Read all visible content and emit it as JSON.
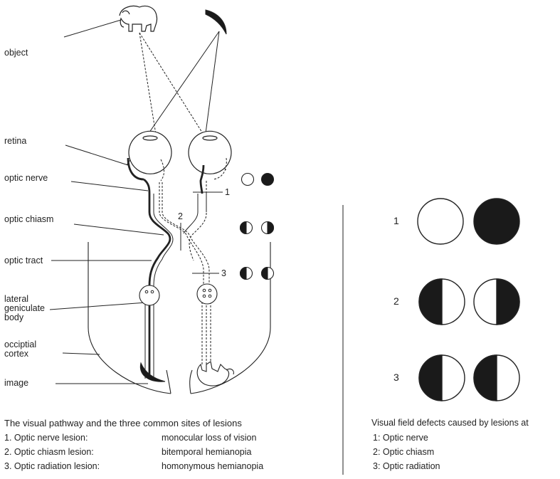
{
  "labels": {
    "object": "object",
    "retina": "retina",
    "optic_nerve": "optic nerve",
    "optic_chiasm": "optic chiasm",
    "optic_tract": "optic tract",
    "lgb": "lateral\ngeniculate\nbody",
    "cortex": "occiptial\ncortex",
    "image": "image"
  },
  "site_numbers": [
    "1",
    "2",
    "3"
  ],
  "left_caption": {
    "title": "The visual pathway and the three common sites of lesions",
    "rows": [
      {
        "site": "1. Optic nerve lesion:",
        "defect": "monocular loss of vision"
      },
      {
        "site": "2. Optic chiasm lesion:",
        "defect": "bitemporal hemianopia"
      },
      {
        "site": "3. Optic radiation lesion:",
        "defect": "homonymous hemianopia"
      }
    ]
  },
  "field_rows": [
    {
      "number": "1",
      "left_eye": "normal",
      "right_eye": "fully blind"
    },
    {
      "number": "2",
      "left_eye": "left half blind",
      "right_eye": "right half blind"
    },
    {
      "number": "3",
      "left_eye": "left half blind",
      "right_eye": "left half blind"
    }
  ],
  "right_caption": {
    "title": "Visual field defects caused by lesions at",
    "items": [
      "1: Optic nerve",
      "2: Optic chiasm",
      "3: Optic radiation"
    ]
  },
  "colors": {
    "ink": "#222222",
    "fill": "#1a1a1a"
  }
}
